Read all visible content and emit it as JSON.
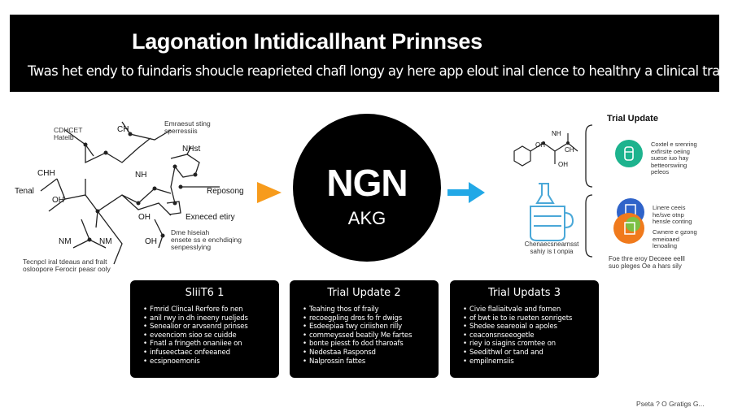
{
  "header": {
    "title": "Lagonation Intidicallhant Prinnses",
    "subtitle": "Twas het endy to fuindaris shoucle reaprieted chafl longy ay here app elout inal clence to healthry a clinical trails."
  },
  "left_diagram": {
    "top_note_left": "CDHCET\nHatelb",
    "top_note_right": "Emraesut sting\nsperressiis",
    "ch_top": "CH",
    "ch_left": "CHH",
    "oh_left": "OH",
    "tenal": "Tenal",
    "nh_mid": "NH",
    "nhst": "NHst",
    "reposing": "Reposong",
    "oh_lower": "OH",
    "extracted": "Exneced etiry",
    "nm": "NM",
    "nm2": "NM",
    "oh_bottom": "OH",
    "side_note": "Dme hiseiah\nensete ss e enchdiqing\nsenpesslying",
    "bottom_caption": "Tecnpcl iral tdeaus and fralt\nosloopore Ferocir peasr ooly"
  },
  "center": {
    "big_label": "NGN",
    "small_label": "AKG"
  },
  "right_molecule": {
    "nh": "NH",
    "oh": "OH",
    "ch": "CH",
    "oh2": "OH"
  },
  "right_caption": "Chenaecsnearnsst\nsahiy is t onpia",
  "trial_update": {
    "heading": "Trial Update",
    "item1_text": "Coxtel e srenring\nexfirsite oeiing\nsuese iuo hay\nbetteorswiing\npeleos",
    "item2_text": "Linere ceeis\nhe/sve otnp\nhensle conting",
    "item3_text": "Cwnere e gzong\nemeioaed\nlenoaling",
    "bottom_text": "Foe thre eroy Deceee eelll\nsuo pleges Oe a hars sily"
  },
  "colors": {
    "accent_orange": "#f79b1c",
    "accent_blue": "#22a8e6",
    "icon_teal": "#1db38e",
    "icon_blue": "#2f63c9",
    "icon_orange": "#f07a1c",
    "icon_green": "#7bc043"
  },
  "cards": [
    {
      "title": "SliiT6 1",
      "bullets": [
        "Fmrid Clincal Rerfore fo nen",
        "anil rwy in dh ineeny rueljeds",
        "Senealior or arvsenrd prinses",
        "eveenciom sioo se cuidde",
        "Fnatl a fringeth onaniiee on",
        "infuseectaec onfeeaned",
        "ecsipnoemonis"
      ]
    },
    {
      "title": "Trial Update 2",
      "bullets": [
        "Teahing thos of fraily",
        "recoegpling dros fo fr dwigs",
        "Esdeepiaa twy ciriishen rilly",
        "commeyssed beatily Me fartes",
        "bonte piesst fo dod tharoafs",
        "Nedestaa Rasponsd",
        "Nalprossin fattes"
      ]
    },
    {
      "title": "Trial Updats 3",
      "bullets": [
        "Civie flaliaitvale and fornen",
        "of bwt ie to ie rueten sonrigets",
        "Shedee seareoial o apoles",
        "ceaconsnseeogetle",
        "riey io siagins cromtee on",
        "Seedithwl or tand and",
        "empilnernsiis"
      ]
    }
  ],
  "footer": "Pseta ? O Gratigs G..."
}
